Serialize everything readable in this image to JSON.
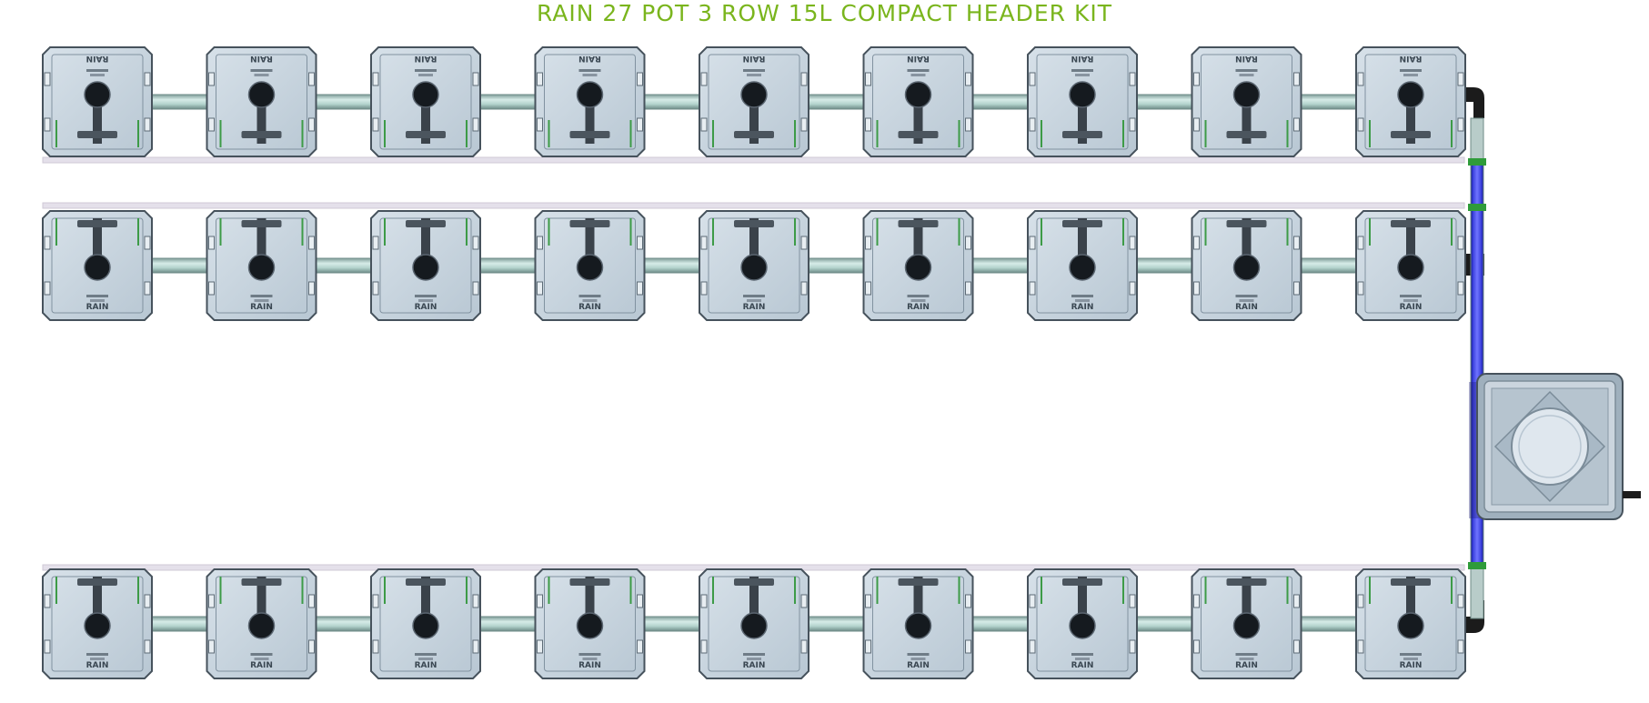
{
  "title": "RAIN 27 POT 3 ROW 15L COMPACT HEADER KIT",
  "colors": {
    "title": "#7ab51d",
    "pot_body": "#c3d0da",
    "pot_edge": "#46525c",
    "manifold_pipe": "#4a4ff0",
    "feed_pipe": "#a8ccc6",
    "drain_line": "#e4e0ea",
    "fitting": "#1b1b1b",
    "reservoir": "#cbd5de"
  },
  "rows": [
    {
      "id": "row-1",
      "orientation": "flipped",
      "pots": [
        {
          "label": "RAIN"
        },
        {
          "label": "RAIN"
        },
        {
          "label": "RAIN"
        },
        {
          "label": "RAIN"
        },
        {
          "label": "RAIN"
        },
        {
          "label": "RAIN"
        },
        {
          "label": "RAIN"
        },
        {
          "label": "RAIN"
        },
        {
          "label": "RAIN"
        }
      ]
    },
    {
      "id": "row-2",
      "orientation": "normal",
      "pots": [
        {
          "label": "RAIN"
        },
        {
          "label": "RAIN"
        },
        {
          "label": "RAIN"
        },
        {
          "label": "RAIN"
        },
        {
          "label": "RAIN"
        },
        {
          "label": "RAIN"
        },
        {
          "label": "RAIN"
        },
        {
          "label": "RAIN"
        },
        {
          "label": "RAIN"
        }
      ]
    },
    {
      "id": "row-3",
      "orientation": "normal",
      "pots": [
        {
          "label": "RAIN"
        },
        {
          "label": "RAIN"
        },
        {
          "label": "RAIN"
        },
        {
          "label": "RAIN"
        },
        {
          "label": "RAIN"
        },
        {
          "label": "RAIN"
        },
        {
          "label": "RAIN"
        },
        {
          "label": "RAIN"
        },
        {
          "label": "RAIN"
        }
      ]
    }
  ]
}
